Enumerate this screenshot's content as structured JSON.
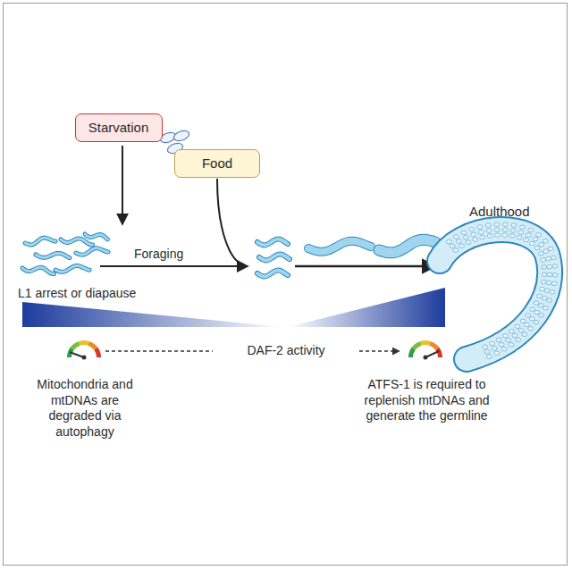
{
  "diagram": {
    "nodes": [
      {
        "text": [
          "Starvation"
        ]
      },
      {
        "text": [
          "Food"
        ]
      }
    ],
    "labels": [
      "L1 arrest or diapause",
      "Foraging",
      "Adulthood",
      "DAF-2 activity",
      "Mitochondria and mtDNAs are degraded via autophagy",
      "ATFS-1 is required to replenish mtDNAs and generate the germline"
    ]
  }
}
